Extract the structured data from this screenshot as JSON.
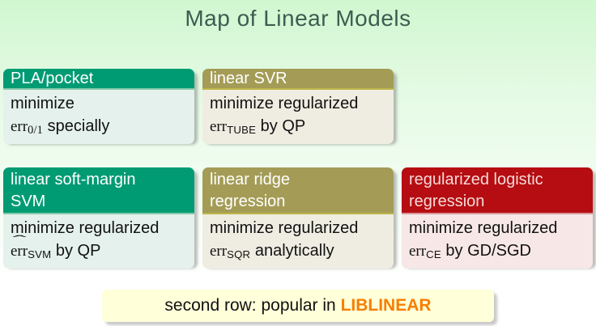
{
  "title": "Map of Linear Models",
  "colors": {
    "green_header": "#009b73",
    "green_body": "#e4f1ec",
    "olive_header": "#a49c56",
    "olive_body": "#efede1",
    "red_header": "#b50d11",
    "red_body": "#f7e7e7",
    "title_text": "#3e5c50",
    "note_bg": "#ffffd9",
    "liblinear_orange": "#f87e00",
    "background_top": "#d0f7d0"
  },
  "boxes": [
    {
      "header": "PLA/pocket",
      "line1": "minimize",
      "hat": "",
      "err": "err",
      "sub": "0/1",
      "rest": "specially"
    },
    {
      "header": "linear SVR",
      "line1": "minimize regularized",
      "hat": "",
      "err": "err",
      "sub": "TUBE",
      "rest": "by QP"
    },
    {
      "header": "linear soft-margin\nSVM",
      "line1": "minimize regularized",
      "hat": "ˆ",
      "err": "err",
      "sub": "SVM",
      "rest": "by QP"
    },
    {
      "header": "linear ridge\nregression",
      "line1": "minimize regularized",
      "hat": "",
      "err": "err",
      "sub": "SQR",
      "rest": "analytically"
    },
    {
      "header": "regularized logistic\nregression",
      "line1": "minimize regularized",
      "hat": "",
      "err": "err",
      "sub": "CE",
      "rest": "by GD/SGD"
    }
  ],
  "note": {
    "prefix": "second row: popular in",
    "highlight": "LIBLINEAR"
  }
}
